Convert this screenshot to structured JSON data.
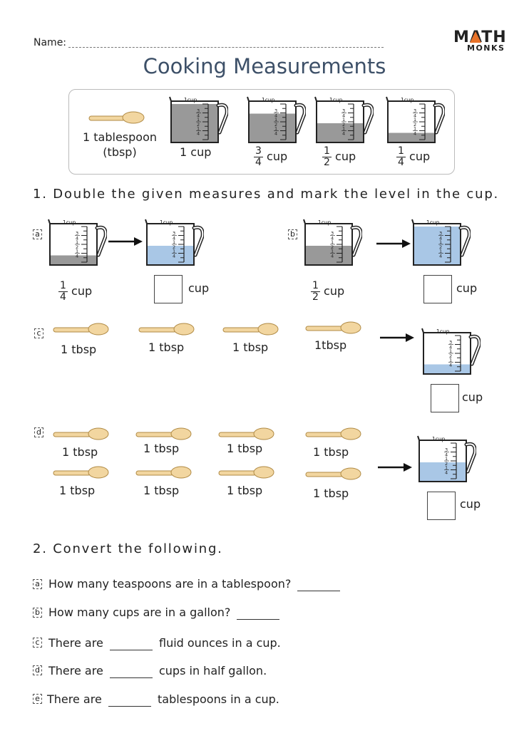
{
  "header": {
    "name_label": "Name:",
    "logo_top": "MATH",
    "logo_bottom": "MONKS"
  },
  "title": "Cooking Measurements",
  "reference": {
    "tablespoon_line1": "1 tablespoon",
    "tablespoon_line2": "(tbsp)",
    "cup_label_1": "1 cup",
    "unit": "cup",
    "frac_3_4": {
      "num": "3",
      "den": "4"
    },
    "frac_1_2": {
      "num": "1",
      "den": "2"
    },
    "frac_1_4": {
      "num": "1",
      "den": "4"
    }
  },
  "cup_scale": {
    "top": "1cup",
    "three_quarter": "3/4",
    "half": "1/2",
    "quarter": "1/4"
  },
  "colors": {
    "gray_fill": "#999999",
    "blue_fill": "#a9c7e6",
    "spoon": "#f2d6a0",
    "accent": "#e8732a",
    "title": "#3d5068"
  },
  "levels": {
    "ref": [
      1.0,
      0.75,
      0.5,
      0.25
    ],
    "a_given": 0.25,
    "a_answer": 0.5,
    "b_given": 0.5,
    "b_answer": 1.0,
    "c_answer": 0.25,
    "d_answer": 0.5
  },
  "section1": {
    "heading": "1. Double the given measures and mark the level in the cup.",
    "a": {
      "tag": "a",
      "frac": {
        "num": "1",
        "den": "4"
      },
      "unit": "cup",
      "answer_unit": "cup"
    },
    "b": {
      "tag": "b",
      "frac": {
        "num": "1",
        "den": "2"
      },
      "unit": "cup",
      "answer_unit": "cup"
    },
    "c": {
      "tag": "c",
      "spoons": [
        "1 tbsp",
        "1 tbsp",
        "1 tbsp",
        "1tbsp"
      ],
      "answer_unit": "cup"
    },
    "d": {
      "tag": "d",
      "spoons": [
        "1 tbsp",
        "1 tbsp",
        "1 tbsp",
        "1 tbsp",
        "1 tbsp",
        "1 tbsp",
        "1 tbsp",
        "1 tbsp"
      ],
      "answer_unit": "cup"
    }
  },
  "section2": {
    "heading": "2. Convert the following.",
    "a": {
      "tag": "a",
      "text": "How many teaspoons are in a tablespoon?"
    },
    "b": {
      "tag": "b",
      "text": "How many cups are in a gallon?"
    },
    "c": {
      "tag": "c",
      "pre": "There are",
      "post": "fluid ounces in a cup."
    },
    "d": {
      "tag": "d",
      "pre": "There are",
      "post": "cups in half gallon."
    },
    "e": {
      "tag": "e",
      "pre": "There are",
      "post": "tablespoons in a cup."
    }
  }
}
